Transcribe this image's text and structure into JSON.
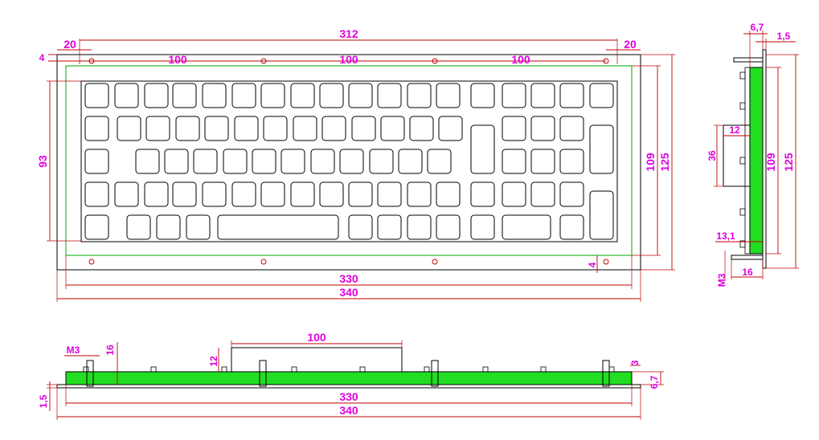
{
  "dims": {
    "width_312": "312",
    "left_20": "20",
    "right_20": "20",
    "gap_4_top": "4",
    "pitch_100_a": "100",
    "pitch_100_b": "100",
    "pitch_100_c": "100",
    "height_93": "93",
    "height_109": "109",
    "height_125": "125",
    "gap_4_bottom": "4",
    "width_330": "330",
    "width_340": "340"
  },
  "side": {
    "d_6_7": "6,7",
    "d_1_5": "1,5",
    "d_12": "12",
    "d_36": "36",
    "d_109": "109",
    "d_125": "125",
    "d_13_1": "13,1",
    "d_m3": "M3",
    "d_16": "16"
  },
  "bottom": {
    "d_100": "100",
    "d_m3": "M3",
    "d_16": "16",
    "d_12": "12",
    "d_3": "3",
    "d_6_7": "6,7",
    "d_1_5": "1,5",
    "d_330": "330",
    "d_340": "340"
  },
  "colors": {
    "dimension": "#c00000",
    "label": "#dd00dd",
    "pcb": "#22dd22"
  }
}
